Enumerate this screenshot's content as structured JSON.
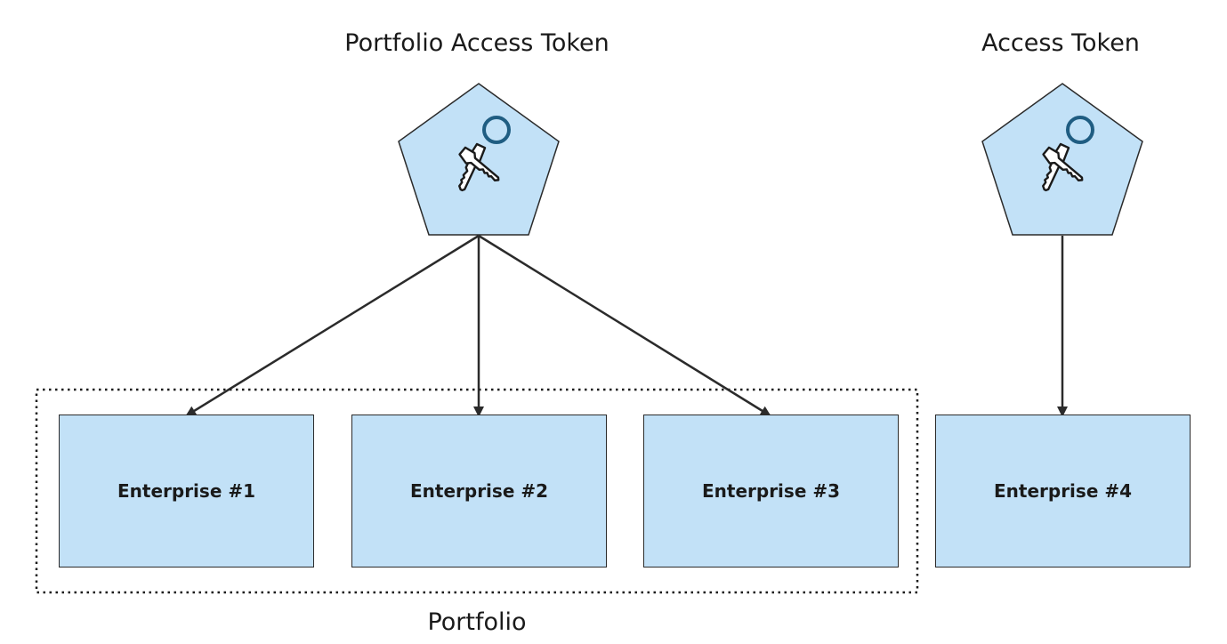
{
  "tokens": {
    "portfolio_token": {
      "label": "Portfolio Access Token",
      "icon": "keys-icon"
    },
    "access_token": {
      "label": "Access Token",
      "icon": "keys-icon"
    }
  },
  "portfolio": {
    "label": "Portfolio"
  },
  "enterprises": [
    {
      "label": "Enterprise #1"
    },
    {
      "label": "Enterprise #2"
    },
    {
      "label": "Enterprise #3"
    },
    {
      "label": "Enterprise #4"
    }
  ],
  "colors": {
    "node_fill": "#c2e1f7",
    "stroke": "#2b2b2b",
    "icon_stroke": "#1f5d82"
  }
}
